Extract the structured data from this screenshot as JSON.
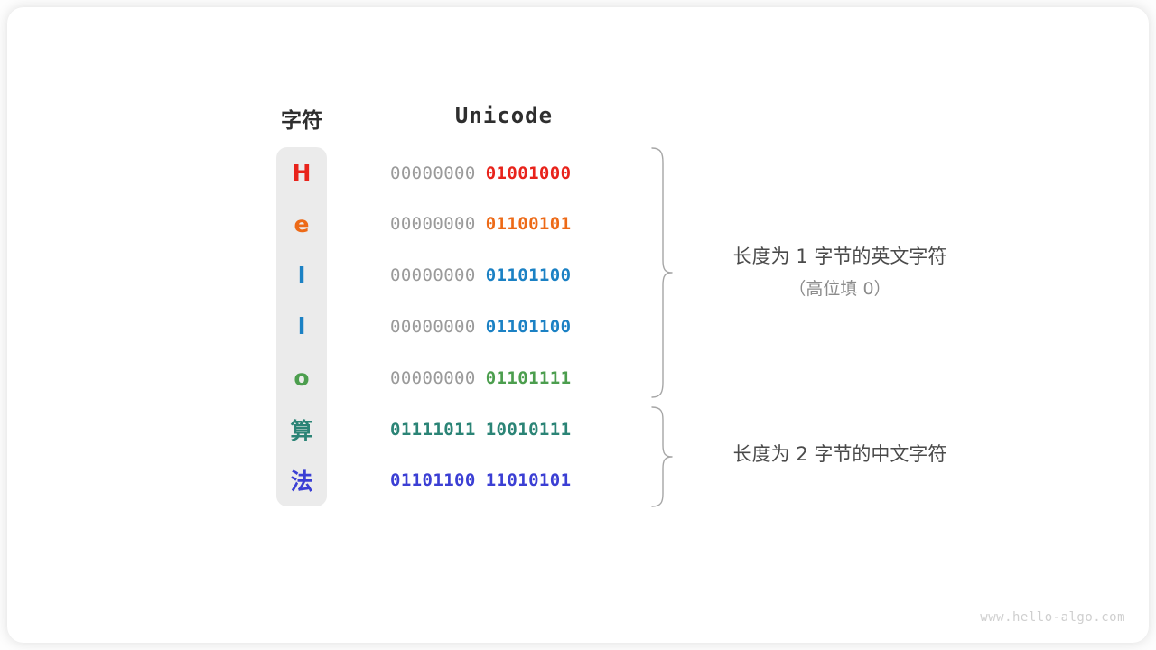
{
  "canvas": {
    "background": "#fdfdfd",
    "card_background": "#ffffff"
  },
  "headers": {
    "char": "字符",
    "unicode": "Unicode"
  },
  "colors": {
    "strip_background": "#ebebeb",
    "high_byte_gray": "#9a9a9a",
    "annotation_main": "#4a4a4a",
    "annotation_sub": "#8c8c8c",
    "watermark": "#cfcfcf",
    "brace": "#a6a6a6"
  },
  "rows": [
    {
      "char": "H",
      "color": "#e8231b",
      "high_byte": "00000000",
      "low_byte": "01001000",
      "high_bold": false
    },
    {
      "char": "e",
      "color": "#ed6a17",
      "high_byte": "00000000",
      "low_byte": "01100101",
      "high_bold": false
    },
    {
      "char": "l",
      "color": "#1b81c4",
      "high_byte": "00000000",
      "low_byte": "01101100",
      "high_bold": false
    },
    {
      "char": "l",
      "color": "#1b81c4",
      "high_byte": "00000000",
      "low_byte": "01101100",
      "high_bold": false
    },
    {
      "char": "o",
      "color": "#4c9e4e",
      "high_byte": "00000000",
      "low_byte": "01101111",
      "high_bold": false
    },
    {
      "char": "算",
      "color": "#2b8476",
      "high_byte": "01111011",
      "low_byte": "10010111",
      "high_bold": true
    },
    {
      "char": "法",
      "color": "#3b3fd4",
      "high_byte": "01101100",
      "low_byte": "11010101",
      "high_bold": true
    }
  ],
  "annotations": [
    {
      "id": "ascii-group",
      "main": "长度为 1 字节的英文字符",
      "sub": "（高位填 0）"
    },
    {
      "id": "cjk-group",
      "main": "长度为 2 字节的中文字符",
      "sub": ""
    }
  ],
  "watermark": "www.hello-algo.com"
}
